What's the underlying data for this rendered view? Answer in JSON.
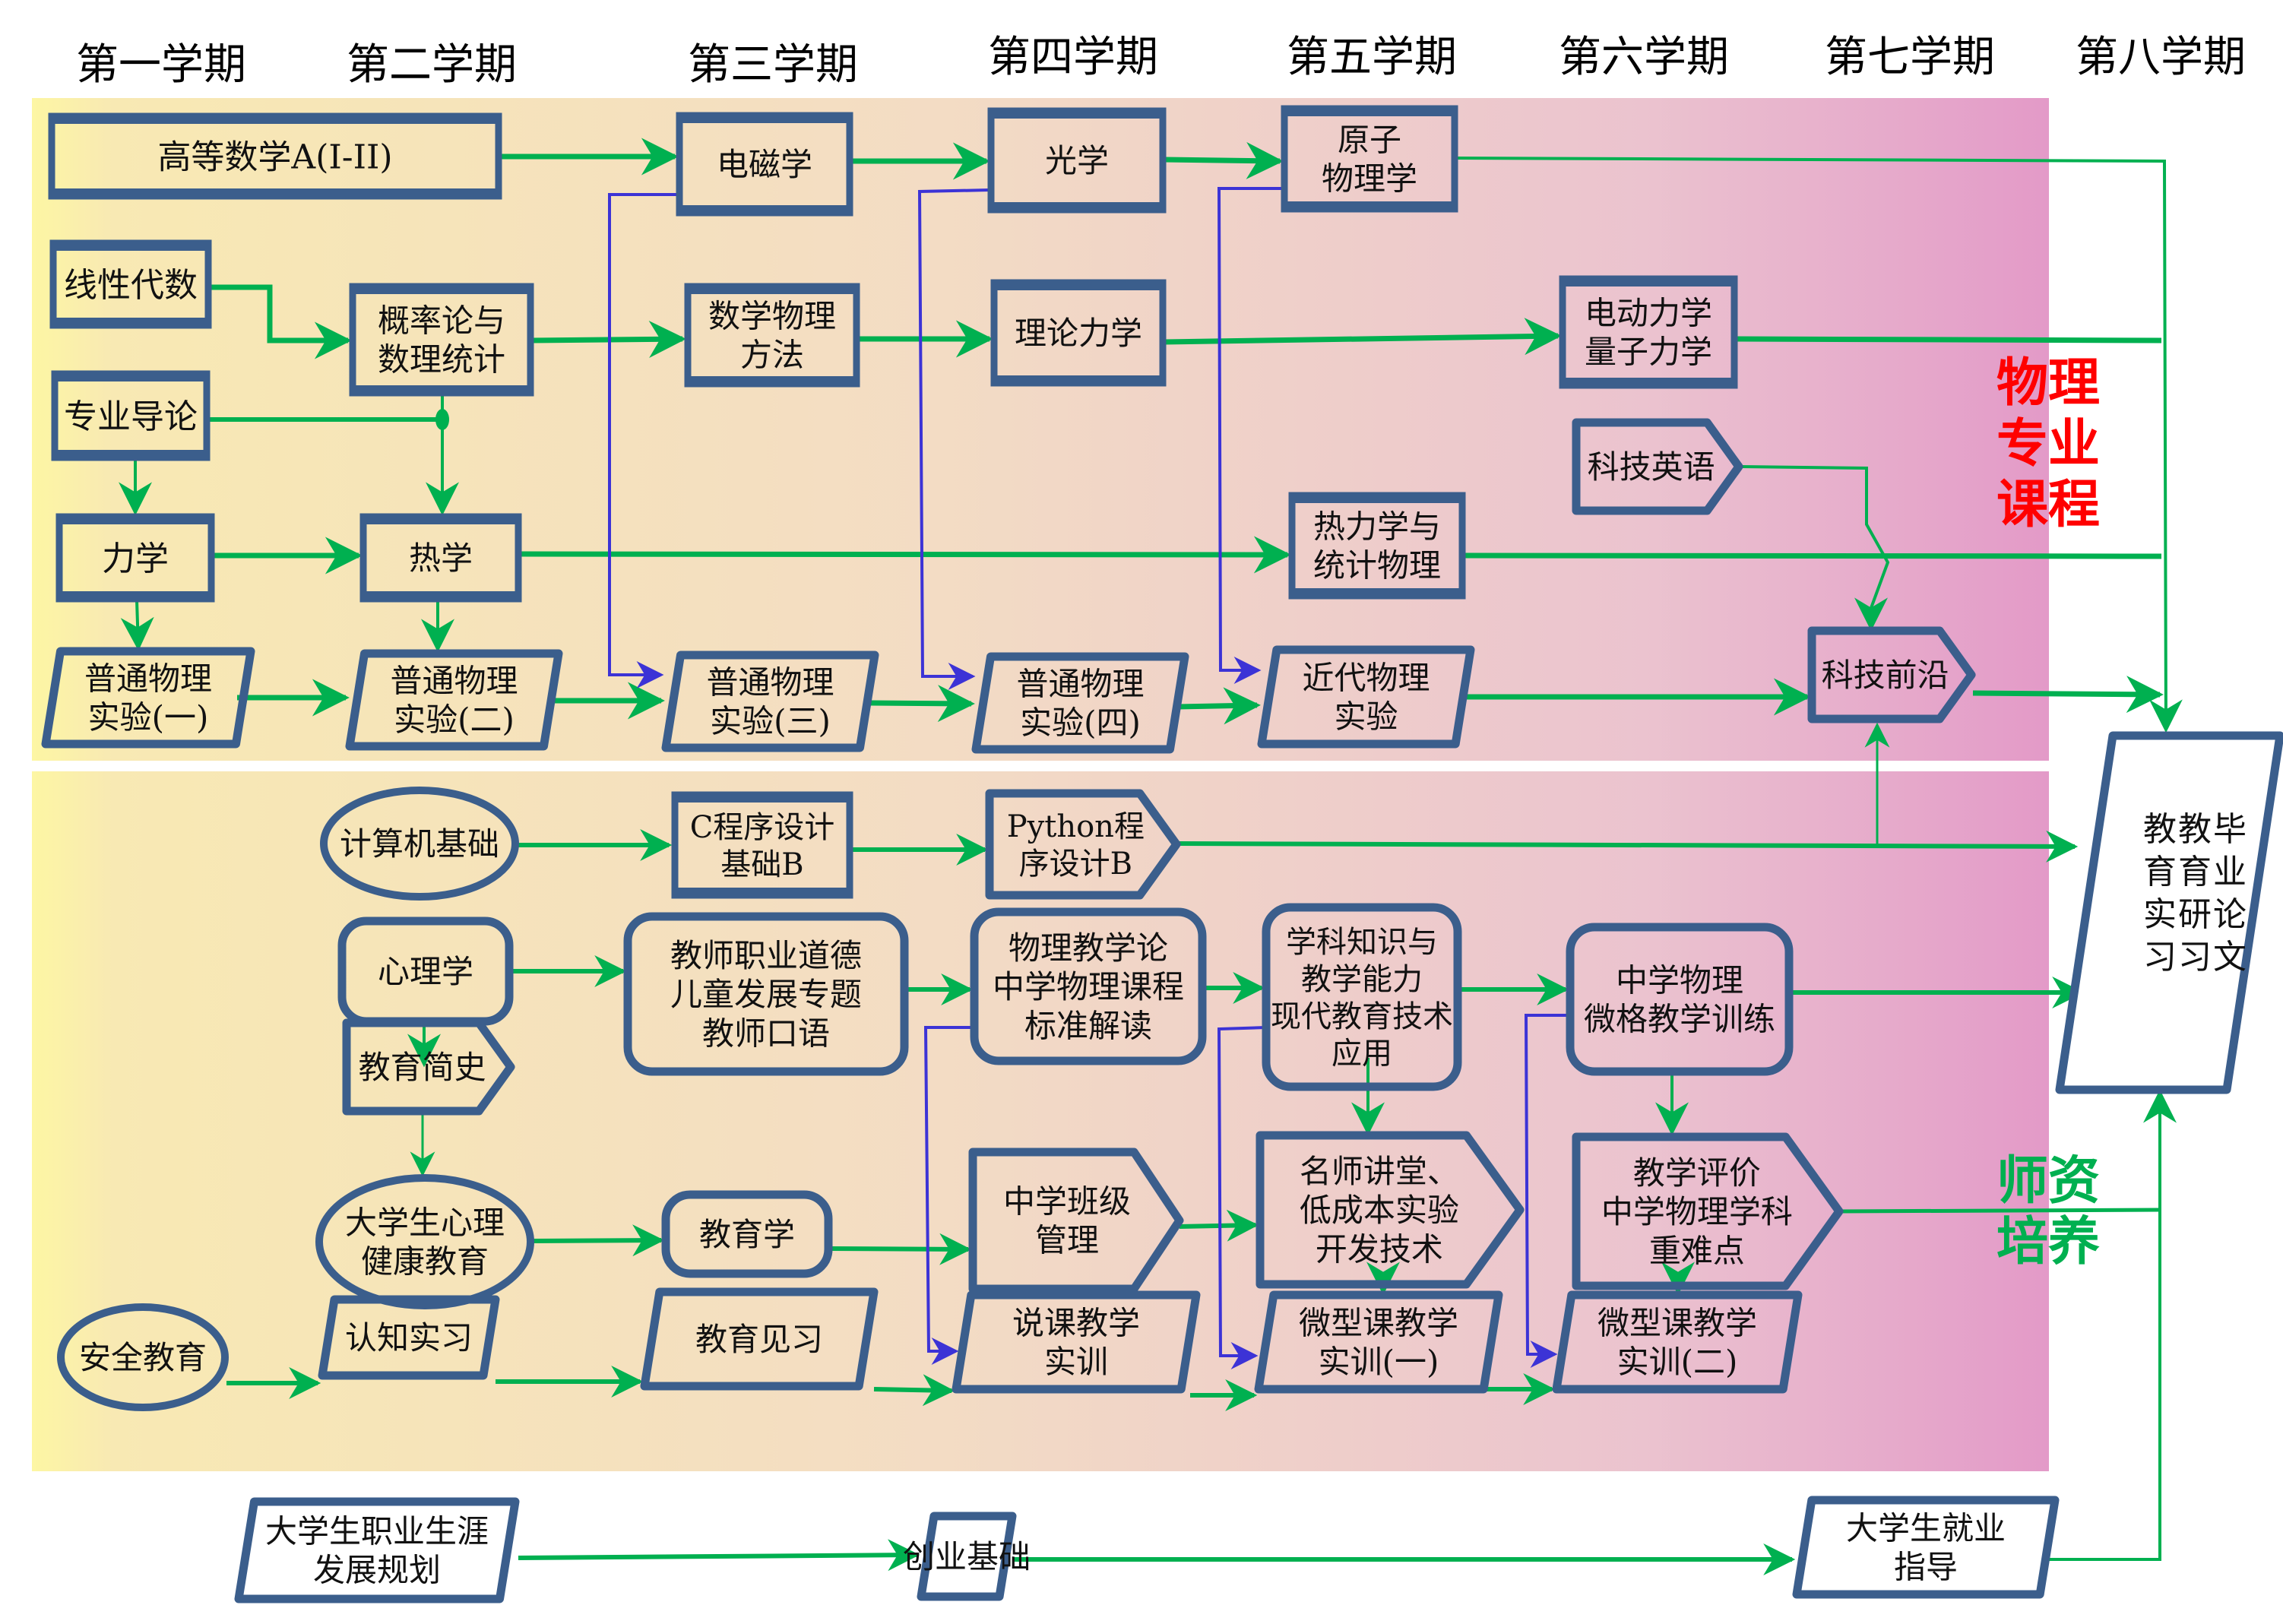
{
  "colors": {
    "node_border": "#3b5e8c",
    "arrow_green": "#00b050",
    "arrow_blue": "#3c33d6",
    "label_physics": "#ff0000",
    "label_teacher": "#00b050",
    "band_start": "#fdf6a3",
    "band_mid": "#f3dcc4",
    "band_end": "#e39ac8"
  },
  "semesters": [
    "第一学期",
    "第二学期",
    "第三学期",
    "第四学期",
    "第五学期",
    "第六学期",
    "第七学期",
    "第八学期"
  ],
  "side_labels": {
    "physics": "物理专业课程",
    "teacher": "师资培养"
  },
  "nodes": {
    "gaodeng_shuxue": [
      "高等数学A(I-II)"
    ],
    "xianxing_daishu": [
      "线性代数"
    ],
    "zhuanye_daolun": [
      "专业导论"
    ],
    "lixue": [
      "力学"
    ],
    "putong_wuli_1": [
      "普通物理",
      "实验(一)"
    ],
    "gailvlun": [
      "概率论与",
      "数理统计"
    ],
    "rexue": [
      "热学"
    ],
    "putong_wuli_2": [
      "普通物理",
      "实验(二)"
    ],
    "dianci": [
      "电磁学"
    ],
    "shuxue_wuli": [
      "数学物理",
      "方法"
    ],
    "putong_wuli_3": [
      "普通物理",
      "实验(三)"
    ],
    "guangxue": [
      "光学"
    ],
    "lilun_lixue": [
      "理论力学"
    ],
    "putong_wuli_4": [
      "普通物理",
      "实验(四)"
    ],
    "yuanzi": [
      "原子",
      "物理学"
    ],
    "relixue": [
      "热力学与",
      "统计物理"
    ],
    "jindai_wuli": [
      "近代物理",
      "实验"
    ],
    "diandong": [
      "电动力学",
      "量子力学"
    ],
    "keji_yingyu": [
      "科技英语"
    ],
    "keji_qianyan": [
      "科技前沿"
    ],
    "jisuanji": [
      "计算机基础"
    ],
    "c_chengxu": [
      "C程序设计",
      "基础B"
    ],
    "python": [
      "Python程",
      "序设计B"
    ],
    "xinlixue": [
      "心理学"
    ],
    "jiaoyu_jianshi": [
      "教育简史"
    ],
    "daxuesheng_xinli": [
      "大学生心理",
      "健康教育"
    ],
    "anquan": [
      "安全教育"
    ],
    "renzhi": [
      "认知实习"
    ],
    "jiaoshi_daode": [
      "教师职业道德",
      "儿童发展专题",
      "教师口语"
    ],
    "jiaoyuxue": [
      "教育学"
    ],
    "jiaoyu_jianxi": [
      "教育见习"
    ],
    "wuli_jiaoxuelun": [
      "物理教学论",
      "中学物理课程",
      "标准解读"
    ],
    "banji_guanli": [
      "中学班级",
      "管理"
    ],
    "shuoke": [
      "说课教学",
      "实训"
    ],
    "xueke_zhishi": [
      "学科知识与",
      "教学能力",
      "现代教育技术",
      "应用"
    ],
    "mingshi": [
      "名师讲堂、",
      "低成本实验",
      "开发技术"
    ],
    "weixing_1": [
      "微型课教学",
      "实训(一)"
    ],
    "weige": [
      "中学物理",
      "微格教学训练"
    ],
    "jiaoxue_pingjia": [
      "教学评价",
      "中学物理学科",
      "重难点"
    ],
    "weixing_2": [
      "微型课教学",
      "实训(二)"
    ],
    "zhiye_shengya": [
      "大学生职业生涯",
      "发展规划"
    ],
    "chuangye": [
      "创业基础"
    ],
    "jiuye": [
      "大学生就业",
      "指导"
    ],
    "final": {
      "columns": [
        [
          "教",
          "育",
          "实",
          "习"
        ],
        [
          "教",
          "育",
          "研",
          "习"
        ],
        [
          "毕",
          "业",
          "论",
          "文"
        ]
      ]
    }
  }
}
